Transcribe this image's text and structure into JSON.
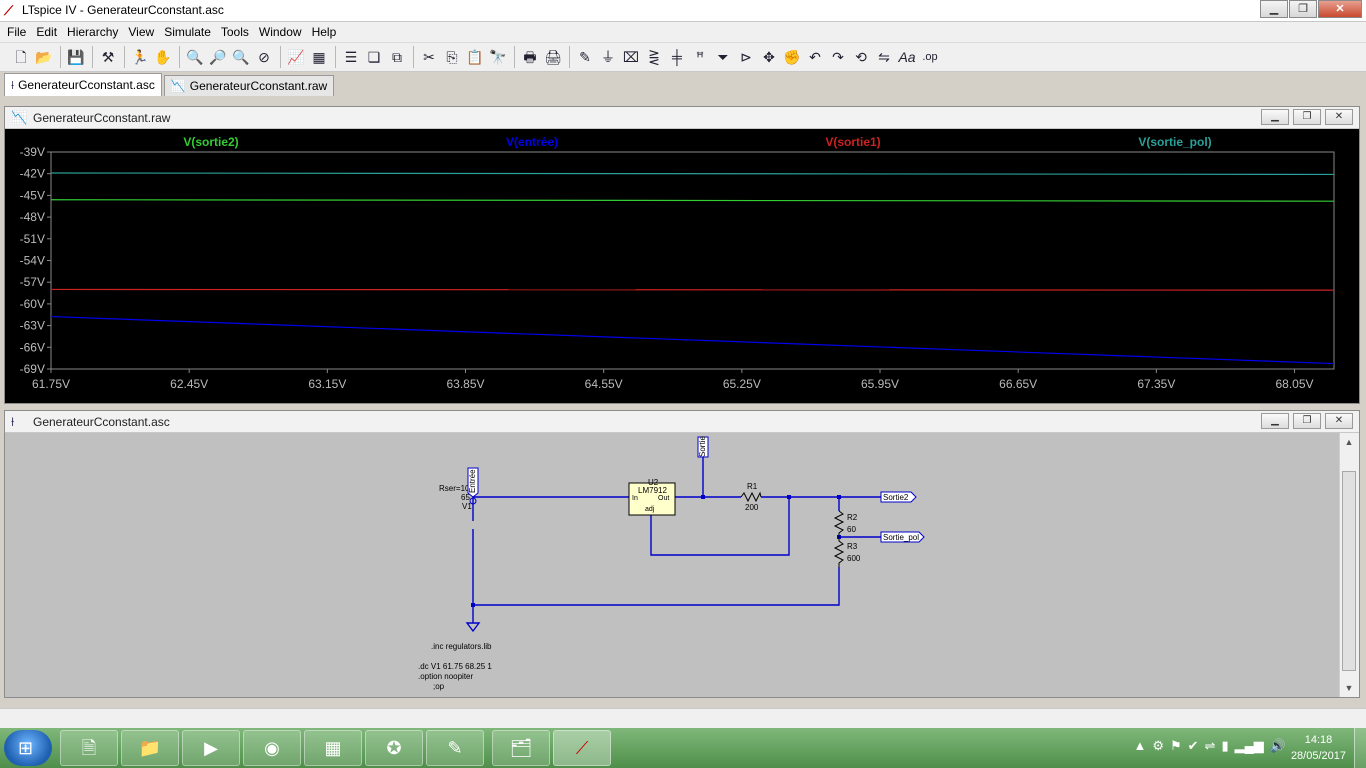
{
  "window": {
    "title": "LTspice IV - GenerateurCconstant.asc",
    "logo": "ltspice-logo-icon"
  },
  "menu": [
    "File",
    "Edit",
    "Hierarchy",
    "View",
    "Simulate",
    "Tools",
    "Window",
    "Help"
  ],
  "tabs": [
    {
      "label": "GenerateurCconstant.asc",
      "icon": "schematic-icon",
      "active": true
    },
    {
      "label": "GenerateurCconstant.raw",
      "icon": "waveform-icon",
      "active": false
    }
  ],
  "plot_window": {
    "title": "GenerateurCconstant.raw"
  },
  "schematic_window": {
    "title": "GenerateurCconstant.asc"
  },
  "chart_data": {
    "type": "line",
    "xlabel": "",
    "ylabel": "",
    "xlim": [
      61.75,
      68.25
    ],
    "ylim": [
      -69,
      -39
    ],
    "x_ticks": [
      "61.75V",
      "62.45V",
      "63.15V",
      "63.85V",
      "64.55V",
      "65.25V",
      "65.95V",
      "66.65V",
      "67.35V",
      "68.05V"
    ],
    "y_ticks": [
      "-39V",
      "-42V",
      "-45V",
      "-48V",
      "-51V",
      "-54V",
      "-57V",
      "-60V",
      "-63V",
      "-66V",
      "-69V"
    ],
    "grid": false,
    "series": [
      {
        "name": "V(sortie2)",
        "color": "#33cc33",
        "x": [
          61.75,
          68.25
        ],
        "y": [
          -45.6,
          -45.8
        ]
      },
      {
        "name": "V(entrée)",
        "color": "#0000ee",
        "x": [
          61.75,
          68.25
        ],
        "y": [
          -61.75,
          -68.25
        ]
      },
      {
        "name": "V(sortie1)",
        "color": "#cc2222",
        "x": [
          61.75,
          68.25
        ],
        "y": [
          -58.0,
          -58.1
        ]
      },
      {
        "name": "V(sortie_pol)",
        "color": "#2aa198",
        "x": [
          61.75,
          68.25
        ],
        "y": [
          -41.9,
          -42.1
        ]
      }
    ]
  },
  "schematic": {
    "v1_label": "V1",
    "v1_param": "Rser=10",
    "v1_value": "65",
    "entree_label": "Entrée",
    "sortie_label": "Sortie",
    "u2_name": "U2",
    "u2_part": "LM7912",
    "u2_in": "In",
    "u2_out": "Out",
    "u2_adj": "adj",
    "r1_name": "R1",
    "r1_value": "200",
    "r2_name": "R2",
    "r2_value": "60",
    "r3_name": "R3",
    "r3_value": "600",
    "sortie2_label": "Sortie2",
    "sortie_pol_label": "Sortie_pol",
    "directive_inc": ".inc regulators.lib",
    "directive_dc": ".dc V1 61.75 68.25 1",
    "directive_option": ".option noopiter",
    "directive_op": ";op"
  },
  "taskbar": {
    "clock_time": "14:18",
    "clock_date": "28/05/2017"
  }
}
